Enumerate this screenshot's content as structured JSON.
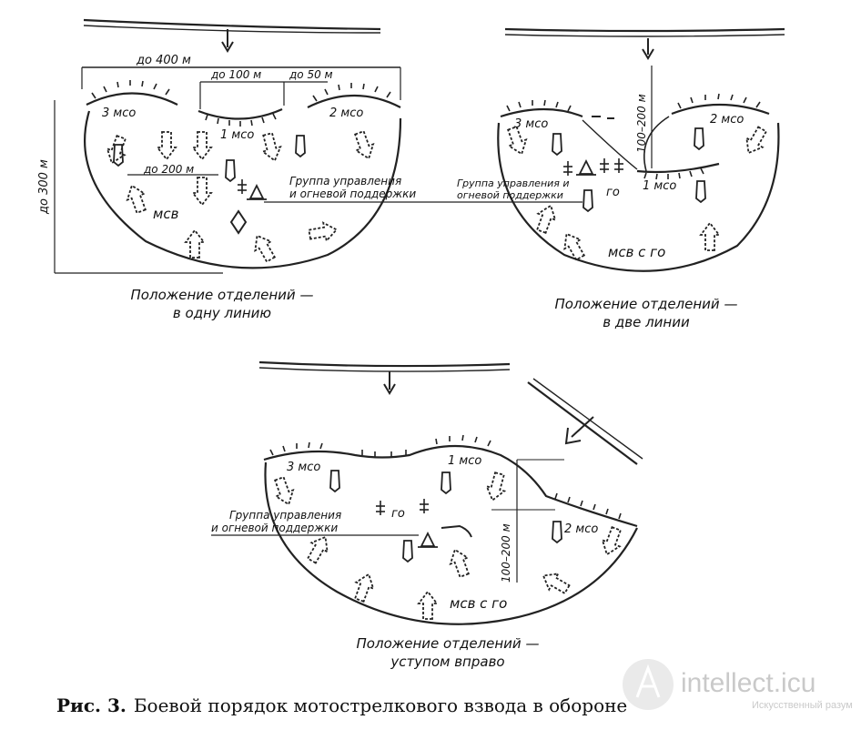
{
  "diagrams": {
    "one_line": {
      "dim_width": "до 400 м",
      "dim_gap1": "до 100 м",
      "dim_gap2": "до 50 м",
      "dim_depth": "до 300 м",
      "dim_inner": "до 200 м",
      "squad3": "3 мсо",
      "squad1": "1 мсо",
      "squad2": "2 мсо",
      "platoon": "мсв",
      "group_line1": "Группа управления",
      "group_line2": "и огневой поддержки",
      "caption_line1": "Положение отделений —",
      "caption_line2": "в одну линию"
    },
    "two_lines": {
      "dim_depth": "100–200 м",
      "squad3": "3 мсо",
      "squad2": "2 мсо",
      "squad1": "1 мсо",
      "go": "го",
      "platoon": "мсв с го",
      "group_line1": "Группа управления и",
      "group_line2": "огневой поддержки",
      "caption_line1": "Положение отделений —",
      "caption_line2": "в две линии"
    },
    "echelon_right": {
      "dim_depth": "100–200 м",
      "squad3": "3 мсо",
      "squad1": "1 мсо",
      "squad2": "2 мсо",
      "go": "го",
      "platoon": "мсв с го",
      "group_line1": "Группа управления",
      "group_line2": "и огневой поддержки",
      "caption_line1": "Положение отделений —",
      "caption_line2": "уступом вправо"
    }
  },
  "figure_caption": {
    "label": "Рис. 3.",
    "text": "Боевой порядок мотострелкового взвода в обороне"
  },
  "watermark": {
    "site": "intellect.icu",
    "tagline": "Искусственный разум"
  }
}
